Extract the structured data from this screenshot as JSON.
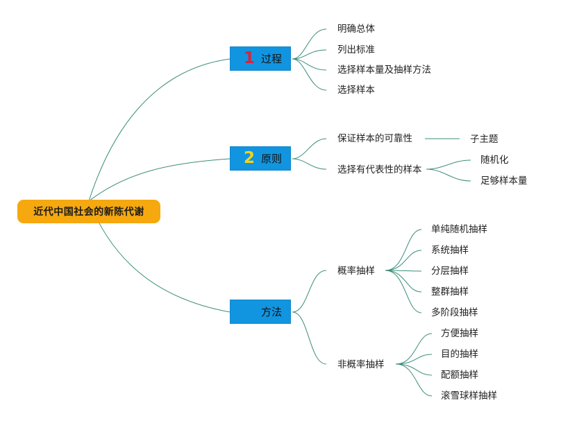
{
  "root": {
    "label": "近代中国社会的新陈代谢",
    "color": "#f6a80f"
  },
  "branch_color": "#1195e0",
  "line_color": "#3a8c7a",
  "branches": [
    {
      "number": "1",
      "number_color": "#d7233d",
      "label": "过程",
      "children": [
        "明确总体",
        "列出标准",
        "选择样本量及抽样方法",
        "选择样本"
      ]
    },
    {
      "number": "2",
      "number_color": "#f5d21b",
      "label": "原则",
      "children": [
        {
          "label": "保证样本的可靠性",
          "children": [
            "子主题"
          ]
        },
        {
          "label": "选择有代表性的样本",
          "children": [
            "随机化",
            "足够样本量"
          ]
        }
      ]
    },
    {
      "number": "",
      "label": "方法",
      "children": [
        {
          "label": "概率抽样",
          "children": [
            "单纯随机抽样",
            "系统抽样",
            "分层抽样",
            "整群抽样",
            "多阶段抽样"
          ]
        },
        {
          "label": "非概率抽样",
          "children": [
            "方便抽样",
            "目的抽样",
            "配额抽样",
            "滚雪球样抽样"
          ]
        }
      ]
    }
  ]
}
